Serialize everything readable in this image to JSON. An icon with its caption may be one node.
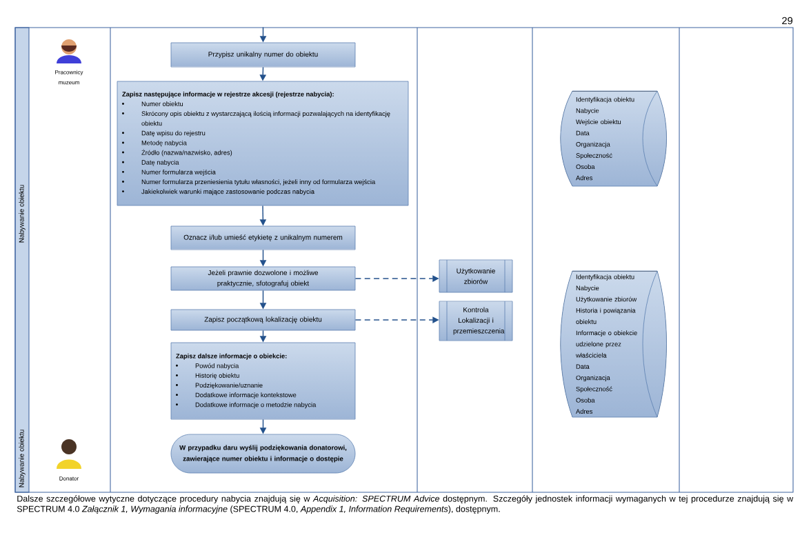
{
  "diagram": {
    "caption": "Dalsze szczegółowe wytyczne dotyczące procedury nabycia znajdują się w *Acquisition: SPECTRUM Advice* dostępnym. Szczegóły jednostek informacji wymaganych w tej procedurze znajdują się w SPECTRUM 4.0 *Załącznik 1, Wymagania informacyjne* (SPECTRUM 4.0, *Appendix 1, Information Requirements*), dostępnym.",
    "nodes": [
      {
        "text": [
          "Przypisz unikalny numer do obiektu"
        ]
      },
      {
        "text": [
          "Zapisz następujące informacje w rejestrze akcesji (rejestrze nabycia):",
          "Numer obiektu",
          "Skrócony opis obiektu z wystarczającą ilością informacji pozwalających na identyfikację obiektu",
          "Datę wpisu do rejestru",
          "Metodę nabycia",
          "Źródło (nazwa/nazwisko, adres)",
          "Datę nabycia",
          "Numer formularza wejścia",
          "Numer formularza przeniesienia tytułu własności, jeżeli inny od formularza wejścia",
          "Jakiekolwiek warunki mające zastosowanie podczas nabycia"
        ]
      },
      {
        "text": [
          "Oznacz i/lub umieść etykietę z unikalnym numerem"
        ]
      },
      {
        "text": [
          "Jeżeli prawnie dozwolone i możliwe praktycznie, sfotografuj obiekt"
        ]
      },
      {
        "text": [
          "Zapisz początkową lokalizację obiektu"
        ]
      },
      {
        "text": [
          "Zapisz dalsze informacje o obiekcie:",
          "Powód nabycia",
          "Historię obiektu",
          "Podziękowanie/uznanie",
          "Dodatkowe informacje kontekstowe",
          "Dodatkowe informacje o metodzie nabycia"
        ]
      },
      {
        "text": [
          "W przypadku daru wyślij podziękowania donatorowi, zawierające numer obiektu i informacje o dostępie"
        ]
      },
      {
        "text": [
          "Użytkowanie zbiorów"
        ]
      },
      {
        "text": [
          "Kontrola Lokalizacji i przemieszczenia"
        ]
      },
      {
        "text": [
          "Identyfikacja obiektu",
          "Nabycie",
          "Wejście obiektu",
          "Data",
          "Organizacja",
          "Społeczność",
          "Osoba",
          "Adres"
        ]
      },
      {
        "text": [
          "Identyfikacja obiektu",
          "Nabycie",
          "Użytkowanie zbiorów",
          "Historia i powiązania obiektu",
          "Informacje o obiekcie udzielone przez właściciela",
          "Data",
          "Organizacja",
          "Społeczność",
          "Osoba",
          "Adres"
        ]
      }
    ],
    "edges": [
      {
        "from": null,
        "to": 0,
        "arrow": "to"
      },
      {
        "from": 0,
        "to": 1,
        "arrow": "to"
      },
      {
        "from": 1,
        "to": 2,
        "arrow": "to"
      },
      {
        "from": 2,
        "to": 3,
        "arrow": "to"
      },
      {
        "from": 3,
        "to": 4,
        "arrow": "to"
      },
      {
        "from": 4,
        "to": 5,
        "arrow": "to"
      },
      {
        "from": 5,
        "to": 6,
        "arrow": "to"
      },
      {
        "from": 3,
        "to": 7,
        "arrow": "to",
        "style": "dashed"
      },
      {
        "from": 4,
        "to": 8,
        "arrow": "to",
        "style": "dashed"
      }
    ],
    "labels": [
      "29",
      "Nabywanie obiektu",
      "Pracownicy muzeum",
      "Nabywanie obiektu",
      "Donator"
    ]
  }
}
